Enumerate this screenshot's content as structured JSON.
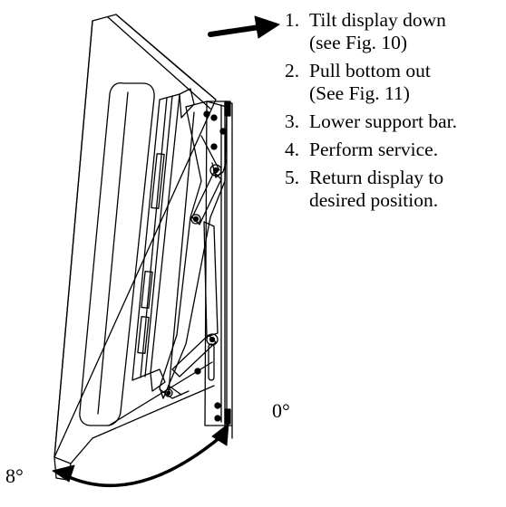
{
  "instructions": [
    {
      "number": "1.",
      "lines": [
        "Tilt display down",
        "(see Fig. 10)"
      ]
    },
    {
      "number": "2.",
      "lines": [
        "Pull bottom out",
        "(See Fig. 11)"
      ]
    },
    {
      "number": "3.",
      "lines": [
        "Lower support bar."
      ]
    },
    {
      "number": "4.",
      "lines": [
        "Perform service."
      ]
    },
    {
      "number": "5.",
      "lines": [
        "Return display to",
        "desired position."
      ]
    }
  ],
  "angle_labels": {
    "upright": "0°",
    "tilted": "8°"
  }
}
